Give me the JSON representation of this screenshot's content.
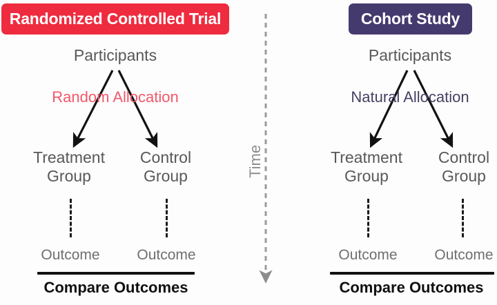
{
  "diagram": {
    "title_left": "Randomized Controlled Trial",
    "title_right": "Cohort Study",
    "colors": {
      "rct_badge": "#ef2b3f",
      "cohort_badge": "#453a6e",
      "random_allocation_text": "#f4576a",
      "natural_allocation_text": "#474063",
      "node_text": "#58585a",
      "time_axis": "#8d8d90",
      "rule": "#111111"
    },
    "time_axis": {
      "label": "Time",
      "direction": "downward"
    },
    "panels": [
      {
        "id": "rct",
        "badge_label": "Randomized Controlled Trial",
        "root": "Participants",
        "allocation": "Random Allocation",
        "branches": [
          {
            "line1": "Treatment",
            "line2": "Group",
            "outcome": "Outcome"
          },
          {
            "line1": "Control",
            "line2": "Group",
            "outcome": "Outcome"
          }
        ],
        "compare": "Compare Outcomes"
      },
      {
        "id": "cohort",
        "badge_label": "Cohort Study",
        "root": "Participants",
        "allocation": "Natural Allocation",
        "branches": [
          {
            "line1": "Treatment",
            "line2": "Group",
            "outcome": "Outcome"
          },
          {
            "line1": "Control",
            "line2": "Group",
            "outcome": "Outcome"
          }
        ],
        "compare": "Compare Outcomes"
      }
    ]
  }
}
